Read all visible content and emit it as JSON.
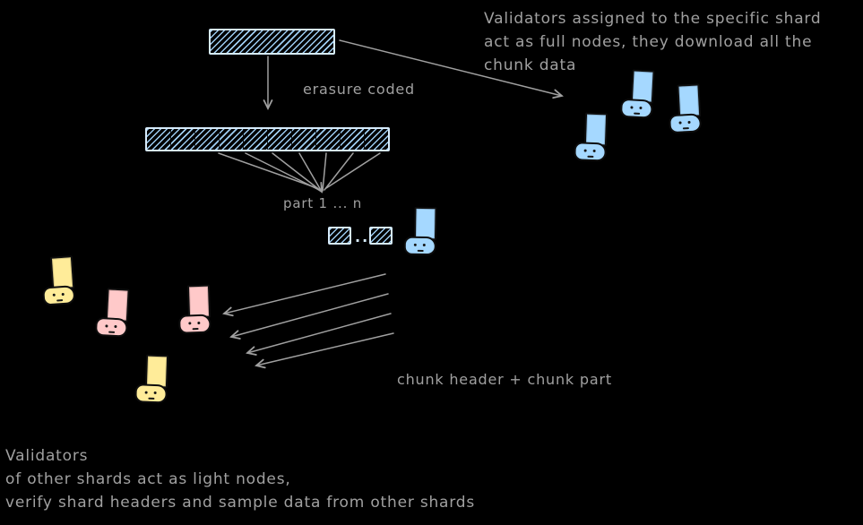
{
  "colors": {
    "background": "#000000",
    "ink": "#a0a0a0",
    "blue": "#a5d8ff",
    "yellow": "#ffec99",
    "pink": "#ffc9c9",
    "hatch_fill": "#9ecdf2",
    "hatch_border": "#d6ebfb"
  },
  "labels": {
    "erasure_coded": "erasure coded",
    "part_range": "part 1 ... n",
    "part_dots": "..",
    "chunk_message": "chunk header + chunk part"
  },
  "notes": {
    "top_right": {
      "line1": "Validators assigned to the specific shard",
      "line2": "act as full nodes, they download all the",
      "line3": "chunk data"
    },
    "bottom_left": {
      "line1": "Validators",
      "line2": "of other shards act as light nodes,",
      "line3": "verify shard headers and sample data from other shards"
    }
  }
}
